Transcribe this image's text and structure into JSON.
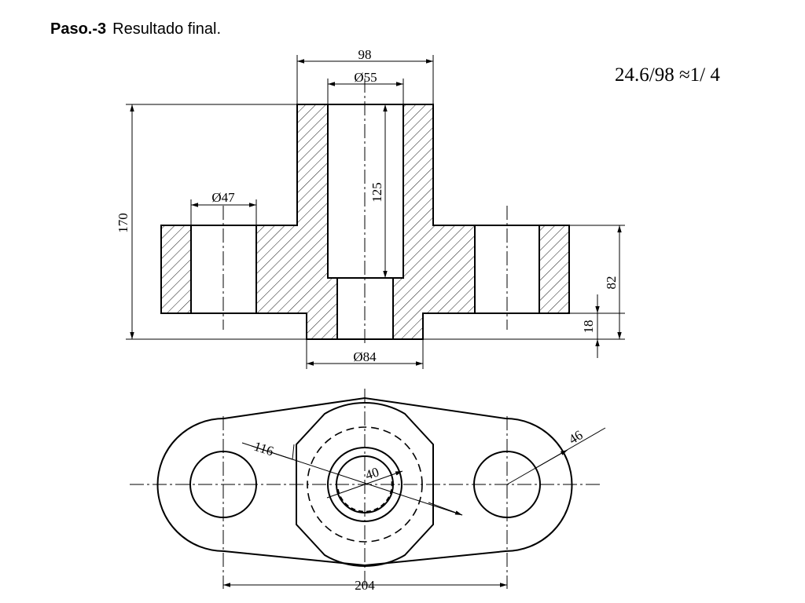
{
  "header": {
    "step_label": "Paso.-3",
    "step_title": "Resultado final."
  },
  "scale_note": "24.6/98 ≈1/ 4",
  "section_view": {
    "dims": {
      "top_width": "98",
      "bore": "Ø55",
      "bore_depth": "125",
      "height": "170",
      "hole": "Ø47",
      "bottom_boss": "Ø84",
      "flange_height": "82",
      "boss_height": "18"
    }
  },
  "plan_view": {
    "dims": {
      "arc_radius": "116",
      "inner_radius": "40",
      "end_radius": "46",
      "center_distance": "204"
    }
  }
}
